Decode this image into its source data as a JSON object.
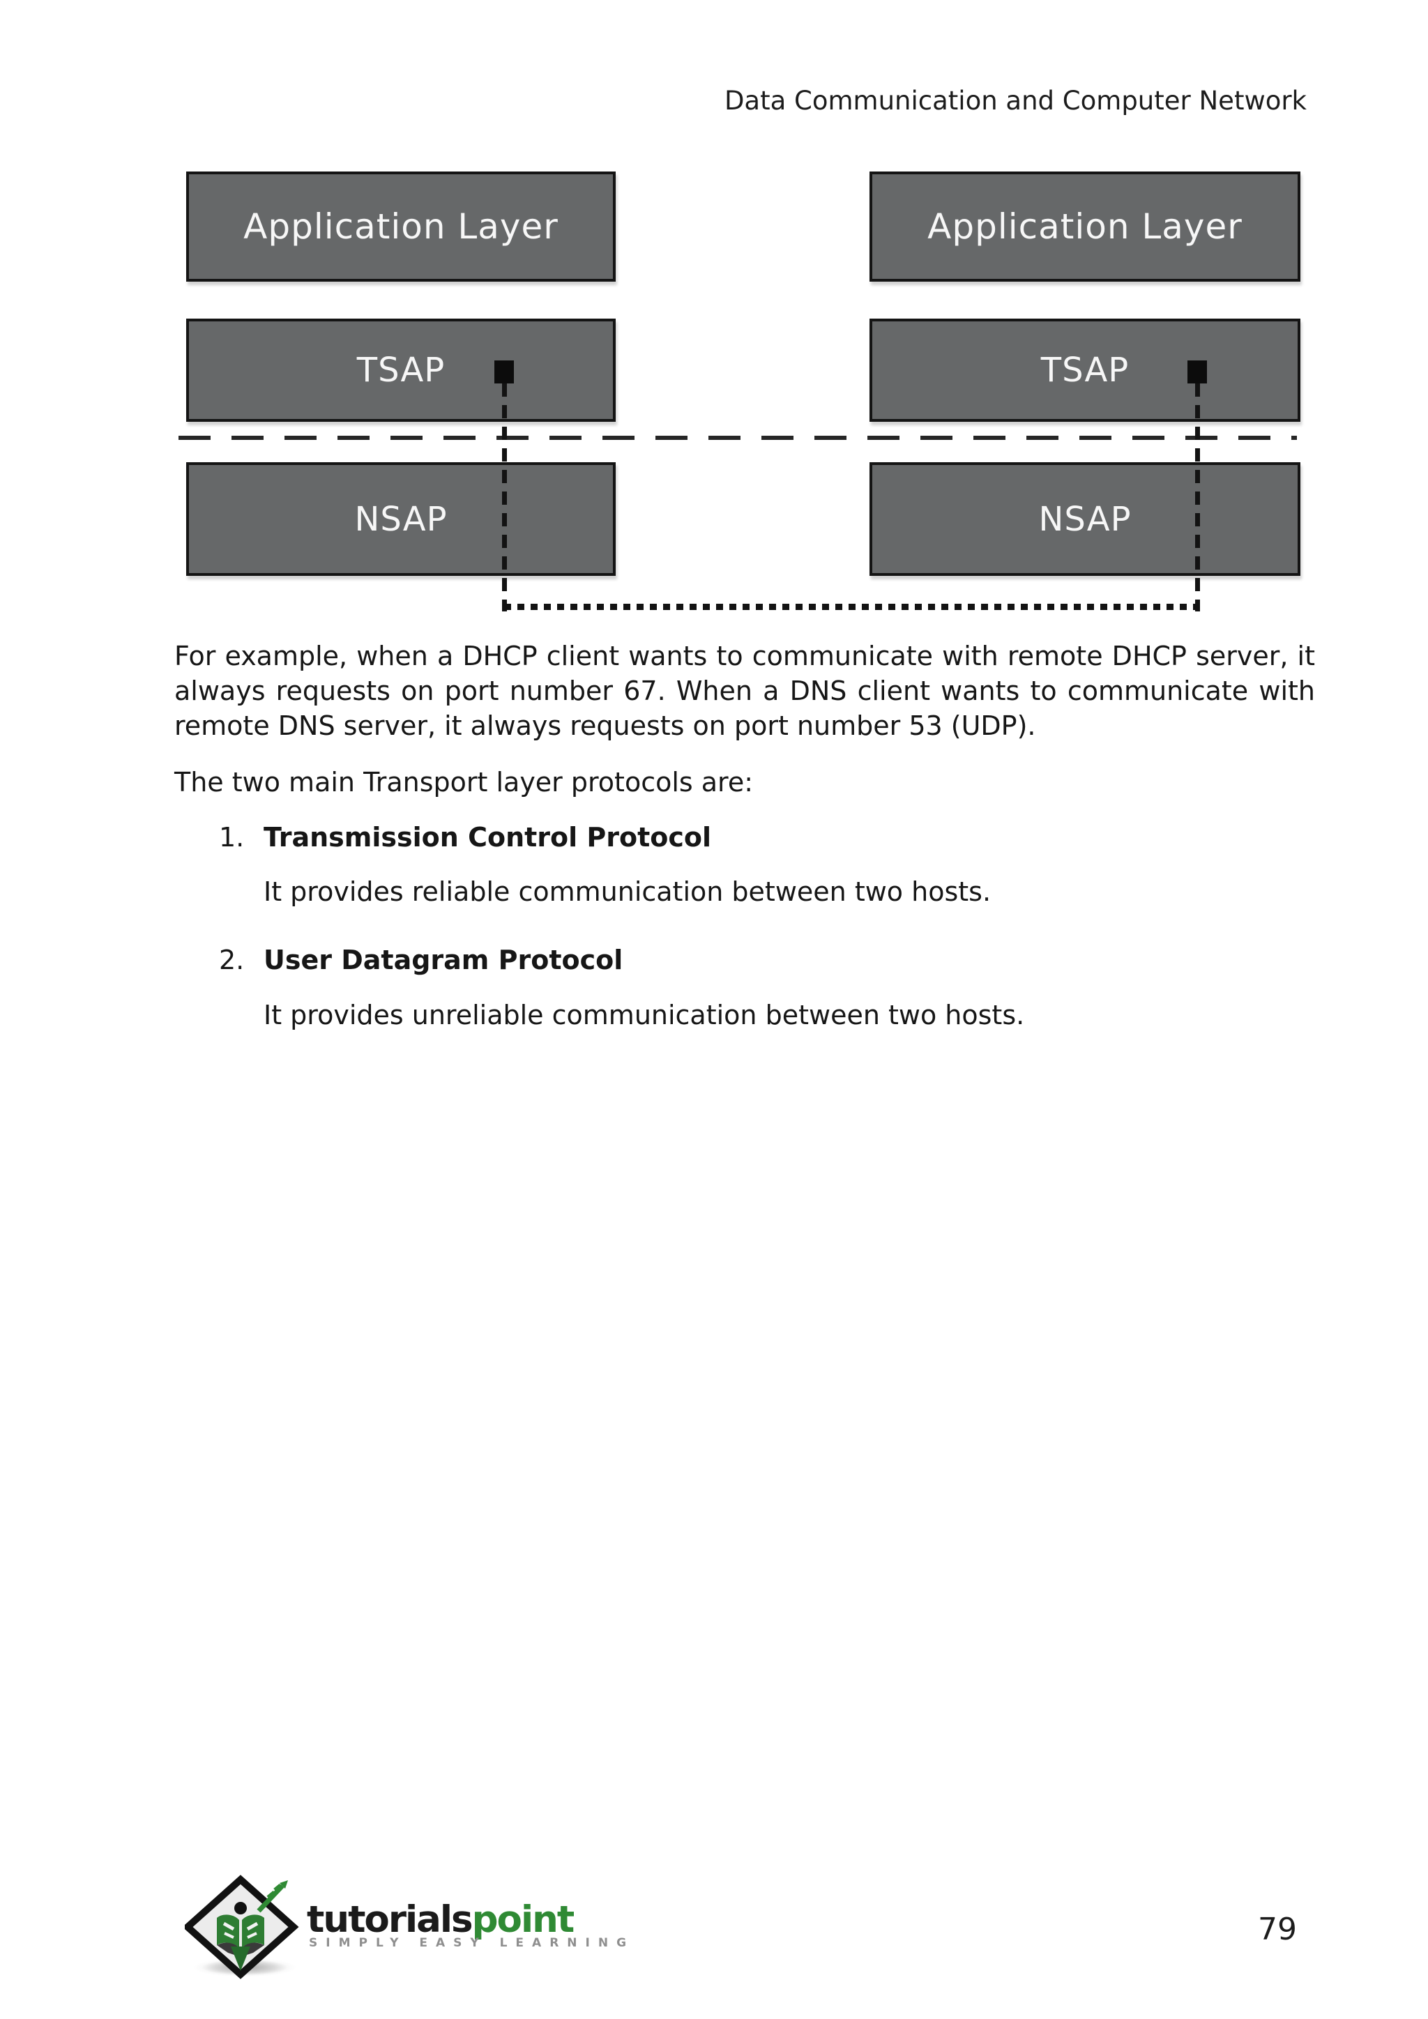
{
  "header": {
    "title": "Data Communication and Computer Network"
  },
  "diagram": {
    "left": {
      "application": "Application Layer",
      "tsap": "TSAP",
      "nsap": "NSAP"
    },
    "right": {
      "application": "Application Layer",
      "tsap": "TSAP",
      "nsap": "NSAP"
    }
  },
  "body": {
    "paragraph1": "For example, when a DHCP client wants to communicate with remote DHCP server, it always requests on port number 67. When a DNS client wants to communicate with remote DNS server, it always requests on port number 53 (UDP).",
    "paragraph2": "The two main Transport layer protocols are:",
    "list": [
      {
        "number": "1.",
        "title": "Transmission Control Protocol",
        "description": "It provides reliable communication between two hosts."
      },
      {
        "number": "2.",
        "title": "User Datagram Protocol",
        "description": "It provides unreliable communication between two hosts."
      }
    ]
  },
  "footer": {
    "logo_text_black": "tutorials",
    "logo_text_green": "point",
    "logo_tagline": "SIMPLY EASY LEARNING",
    "page_number": "79"
  },
  "colors": {
    "box_fill": "#666869",
    "box_border": "#141414",
    "box_text": "#f7f7f7",
    "connector_color": "#131313",
    "logo_green": "#2f8a34",
    "logo_black": "#1b1b1b",
    "tagline_gray": "#8f8f8f",
    "body_text": "#161616"
  }
}
